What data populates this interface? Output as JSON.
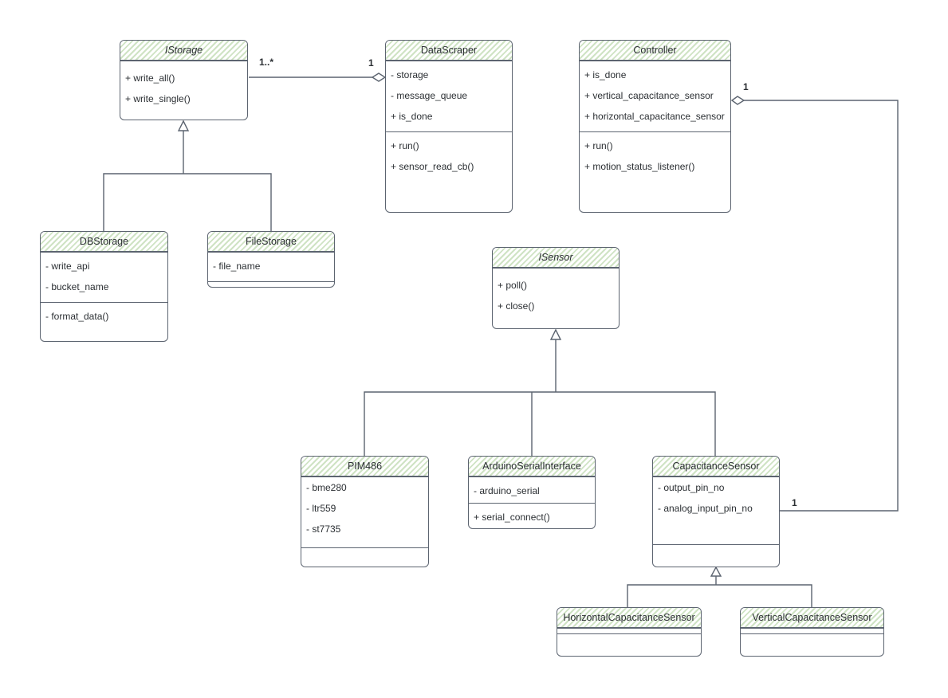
{
  "colors": {
    "stroke": "#5c6470",
    "header_hatch": "#cfe3c4",
    "background": "#ffffff"
  },
  "classes": {
    "istorage": {
      "name": "IStorage",
      "attributes": [],
      "methods": [
        "+ write_all()",
        "+ write_single()"
      ]
    },
    "datascraper": {
      "name": "DataScraper",
      "attributes": [
        "- storage",
        "- message_queue",
        "+ is_done"
      ],
      "methods": [
        "+ run()",
        "+ sensor_read_cb()"
      ]
    },
    "controller": {
      "name": "Controller",
      "attributes": [
        "+ is_done",
        "+ vertical_capacitance_sensor",
        "+ horizontal_capacitance_sensor"
      ],
      "methods": [
        "+ run()",
        "+ motion_status_listener()"
      ]
    },
    "dbstorage": {
      "name": "DBStorage",
      "attributes": [
        "- write_api",
        "- bucket_name"
      ],
      "methods": [
        "- format_data()"
      ]
    },
    "filestorage": {
      "name": "FileStorage",
      "attributes": [
        "- file_name"
      ],
      "methods": []
    },
    "isensor": {
      "name": "ISensor",
      "attributes": [],
      "methods": [
        "+ poll()",
        "+ close()"
      ]
    },
    "pim486": {
      "name": "PIM486",
      "attributes": [
        "- bme280",
        "- ltr559",
        "- st7735"
      ],
      "methods": []
    },
    "arduino": {
      "name": "ArduinoSerialInterface",
      "attributes": [
        "- arduino_serial"
      ],
      "methods": [
        "+ serial_connect()"
      ]
    },
    "capsensor": {
      "name": "CapacitanceSensor",
      "attributes": [
        "- output_pin_no",
        "- analog_input_pin_no"
      ],
      "methods": []
    },
    "hcap": {
      "name": "HorizontalCapacitanceSensor",
      "attributes": [],
      "methods": []
    },
    "vcap": {
      "name": "VerticalCapacitanceSensor",
      "attributes": [],
      "methods": []
    }
  },
  "multiplicities": {
    "istorage_side": "1..*",
    "datascraper_side": "1",
    "controller_side": "1",
    "capsensor_side": "1"
  }
}
